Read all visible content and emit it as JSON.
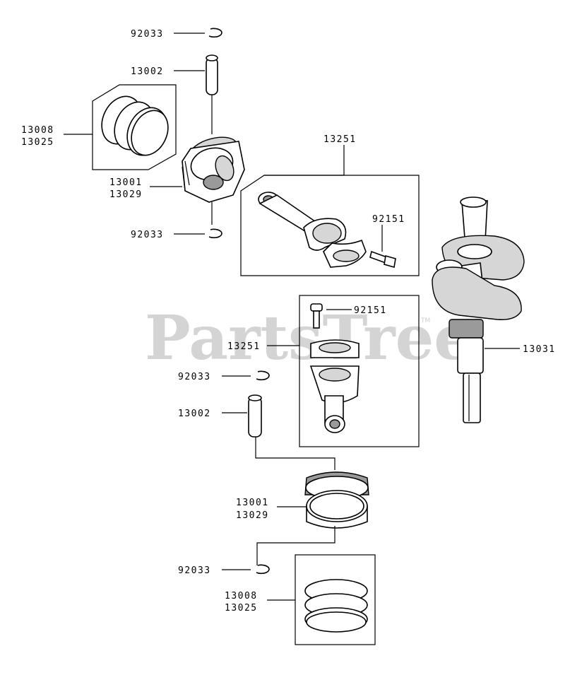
{
  "watermark": {
    "text": "PartsTree",
    "trademark": "TM"
  },
  "labels": {
    "top_ring_clip": "92033",
    "top_pin": "13002",
    "top_rings_a": "13008",
    "top_rings_b": "13025",
    "top_piston_a": "13001",
    "top_piston_b": "13029",
    "top_lower_clip": "92033",
    "conrod_top": "13251",
    "conrod_top_bolt": "92151",
    "crankshaft": "13031",
    "conrod_bottom_bolt": "92151",
    "conrod_bottom": "13251",
    "bottom_ring_clip": "92033",
    "bottom_pin": "13002",
    "bottom_piston_a": "13001",
    "bottom_piston_b": "13029",
    "bottom_lower_clip": "92033",
    "bottom_rings_a": "13008",
    "bottom_rings_b": "13025"
  }
}
